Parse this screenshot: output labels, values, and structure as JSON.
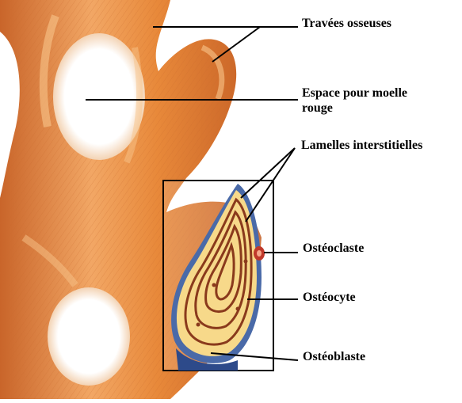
{
  "labels": {
    "travees_osseuses": "Travées osseuses",
    "espace_moelle_line1": "Espace pour moelle",
    "espace_moelle_line2": "rouge",
    "lamelles_interstitielles": "Lamelles interstitielles",
    "osteoclaste": "Ostéoclaste",
    "osteocyte": "Ostéocyte",
    "osteoblaste": "Ostéoblaste"
  },
  "colors": {
    "bone_orange": "#e8893a",
    "bone_dark": "#c9652a",
    "bone_highlight": "#f6b877",
    "lamella_fill": "#f7d98a",
    "lamella_ring": "#8a3a1c",
    "osteoblast_blue": "#4a6aa8",
    "leader_line": "#000000"
  }
}
